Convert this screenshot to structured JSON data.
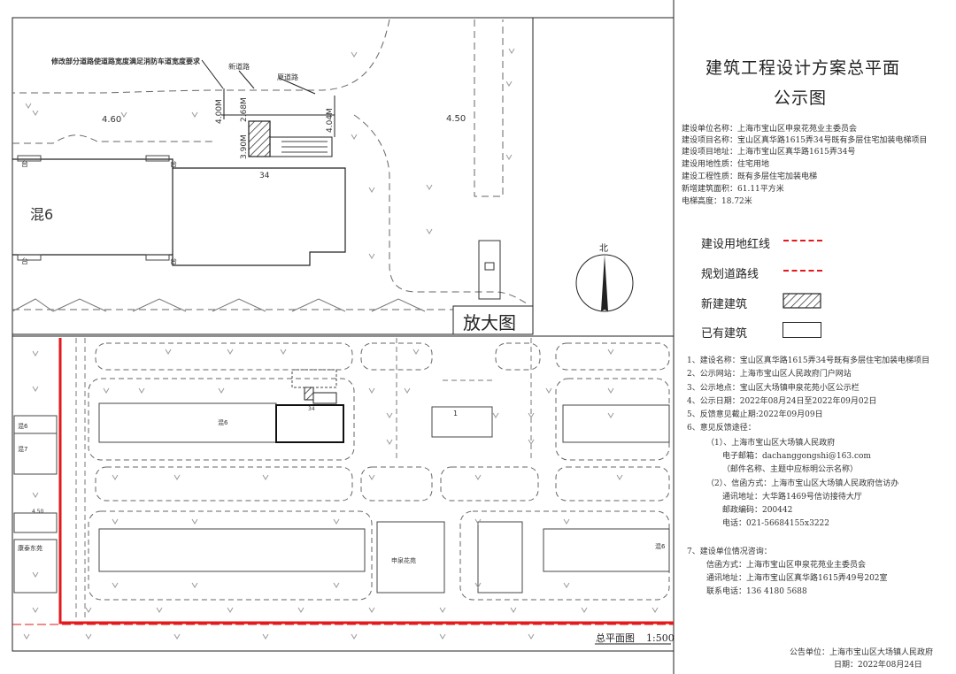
{
  "panel": {
    "title_line1": "建筑工程设计方案总平面",
    "title_line2": "公示图",
    "project_info": [
      "建设单位名称：上海市宝山区申泉花苑业主委员会",
      "建设项目名称：宝山区真华路1615弄34号既有多层住宅加装电梯项目",
      "建设项目地址：上海市宝山区真华路1615弄34号",
      "建设用地性质：住宅用地",
      "建设工程性质：既有多层住宅加装电梯",
      "新增建筑面积：61.11平方米",
      "电梯高度：18.72米"
    ],
    "legend": [
      {
        "label": "建设用地红线",
        "kind": "redline"
      },
      {
        "label": "规划道路线",
        "kind": "roadline"
      },
      {
        "label": "新建建筑",
        "kind": "hatched"
      },
      {
        "label": "已有建筑",
        "kind": "box"
      }
    ],
    "notice": [
      "1、建设名称：宝山区真华路1615弄34号既有多层住宅加装电梯项目",
      "2、公示网站：上海市宝山区人民政府门户网站",
      "3、公示地点：宝山区大场镇申泉花苑小区公示栏",
      "4、公示日期：2022年08月24日至2022年09月02日",
      "5、反馈意见截止期:2022年09月09日",
      "6、意见反馈途径：",
      "（1）、上海市宝山区大场镇人民政府",
      "电子邮箱：dachanggongshi@163.com",
      "（邮件名称、主题中应标明公示名称）",
      "（2）、信函方式：上海市宝山区大场镇人民政府信访办",
      "通讯地址：大华路1469号信访接待大厅",
      "邮政编码：200442",
      "电话：021-56684155x3222",
      "7、建设单位情况咨询：",
      "信函方式：上海市宝山区申泉花苑业主委员会",
      "通讯地址：上海市宝山区真华路1615弄49号202室",
      "联系电话：136 4180 5688"
    ],
    "footer_unit": "公告单位：上海市宝山区大场镇人民政府",
    "footer_date": "日期：2022年08月24日",
    "north_label": "北"
  },
  "zoom": {
    "caption": "放大图",
    "note": "修改部分道路使道路宽度满足消防车道宽度要求",
    "new_road": "新道路",
    "old_road": "原道路",
    "elev_left": "4.60",
    "elev_right": "4.50",
    "dim_400": "4.00M",
    "dim_268": "2.68M",
    "dim_390": "3.90M",
    "dim_404": "4.04M",
    "building_no": "34",
    "block_name": "混6",
    "terrace": "台"
  },
  "site": {
    "caption": "总平面图",
    "scale": "1:500",
    "building_no": "34",
    "block_label": "混6",
    "label_1": "1",
    "left_label_a": "混6",
    "left_label_b": "混7",
    "left_label_c": "康泰东苑",
    "center_label": "申泉花苑",
    "right_label": "混6",
    "elev": "4.50"
  },
  "colors": {
    "redline": "#e3191b",
    "line": "#222222",
    "tree": "#9a9a9a"
  }
}
